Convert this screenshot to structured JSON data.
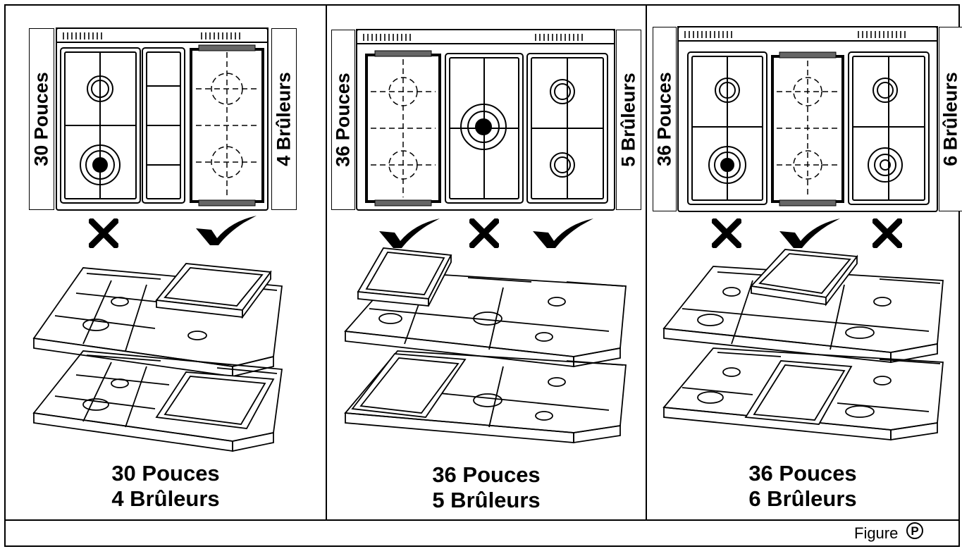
{
  "panels": [
    {
      "side_left": "30 Pouces",
      "side_right": "4 Brûleurs",
      "caption_line1": "30 Pouces",
      "caption_line2": "4 Brûleurs",
      "marks": [
        "X",
        "✓"
      ]
    },
    {
      "side_left": "36 Pouces",
      "side_right": "5 Brûleurs",
      "caption_line1": "36 Pouces",
      "caption_line2": "5 Brûleurs",
      "marks": [
        "✓",
        "X",
        "✓"
      ]
    },
    {
      "side_left": "36 Pouces",
      "side_right": "6 Brûleurs",
      "caption_line1": "36 Pouces",
      "caption_line2": "6 Brûleurs",
      "marks": [
        "X",
        "✓",
        "X"
      ]
    }
  ],
  "footer": {
    "figure_label": "Figure",
    "figure_badge": "P"
  }
}
